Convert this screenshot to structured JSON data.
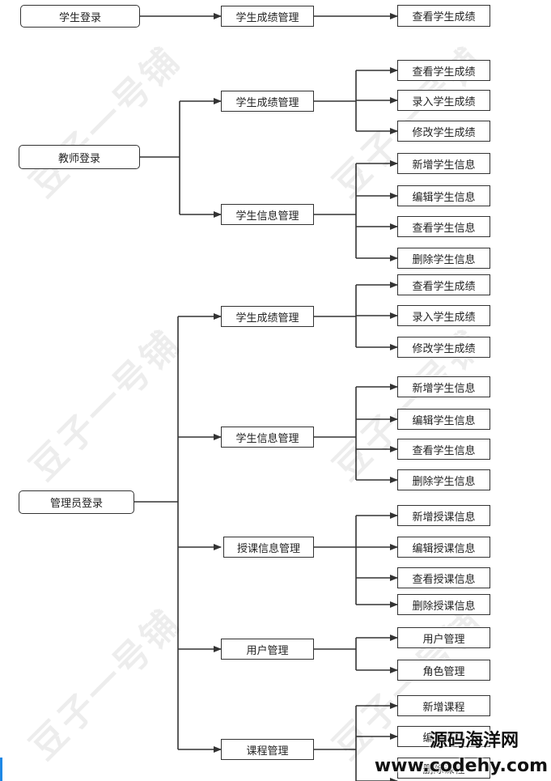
{
  "watermark_text": "豆子一号铺",
  "brand_site": "源码海洋网",
  "brand_url": "www.codehy.com",
  "colors": {
    "line": "#333333",
    "border": "#333333",
    "edge_bar": "#1e88e5"
  },
  "logins": {
    "student": "学生登录",
    "teacher": "教师登录",
    "admin": "管理员登录"
  },
  "student_tree": {
    "grade_mgmt": {
      "label": "学生成绩管理",
      "children": [
        "查看学生成绩"
      ]
    }
  },
  "teacher_tree": {
    "grade_mgmt": {
      "label": "学生成绩管理",
      "children": [
        "查看学生成绩",
        "录入学生成绩",
        "修改学生成绩"
      ]
    },
    "info_mgmt": {
      "label": "学生信息管理",
      "children": [
        "新增学生信息",
        "编辑学生信息",
        "查看学生信息",
        "删除学生信息"
      ]
    }
  },
  "admin_tree": {
    "grade_mgmt": {
      "label": "学生成绩管理",
      "children": [
        "查看学生成绩",
        "录入学生成绩",
        "修改学生成绩"
      ]
    },
    "info_mgmt": {
      "label": "学生信息管理",
      "children": [
        "新增学生信息",
        "编辑学生信息",
        "查看学生信息",
        "删除学生信息"
      ]
    },
    "teach_mgmt": {
      "label": "授课信息管理",
      "children": [
        "新增授课信息",
        "编辑授课信息",
        "查看授课信息",
        "删除授课信息"
      ]
    },
    "user_mgmt": {
      "label": "用户管理",
      "children": [
        "用户管理",
        "角色管理"
      ]
    },
    "course_mgmt": {
      "label": "课程管理",
      "children": [
        "新增课程",
        "编辑课程",
        "删除课程"
      ]
    }
  }
}
